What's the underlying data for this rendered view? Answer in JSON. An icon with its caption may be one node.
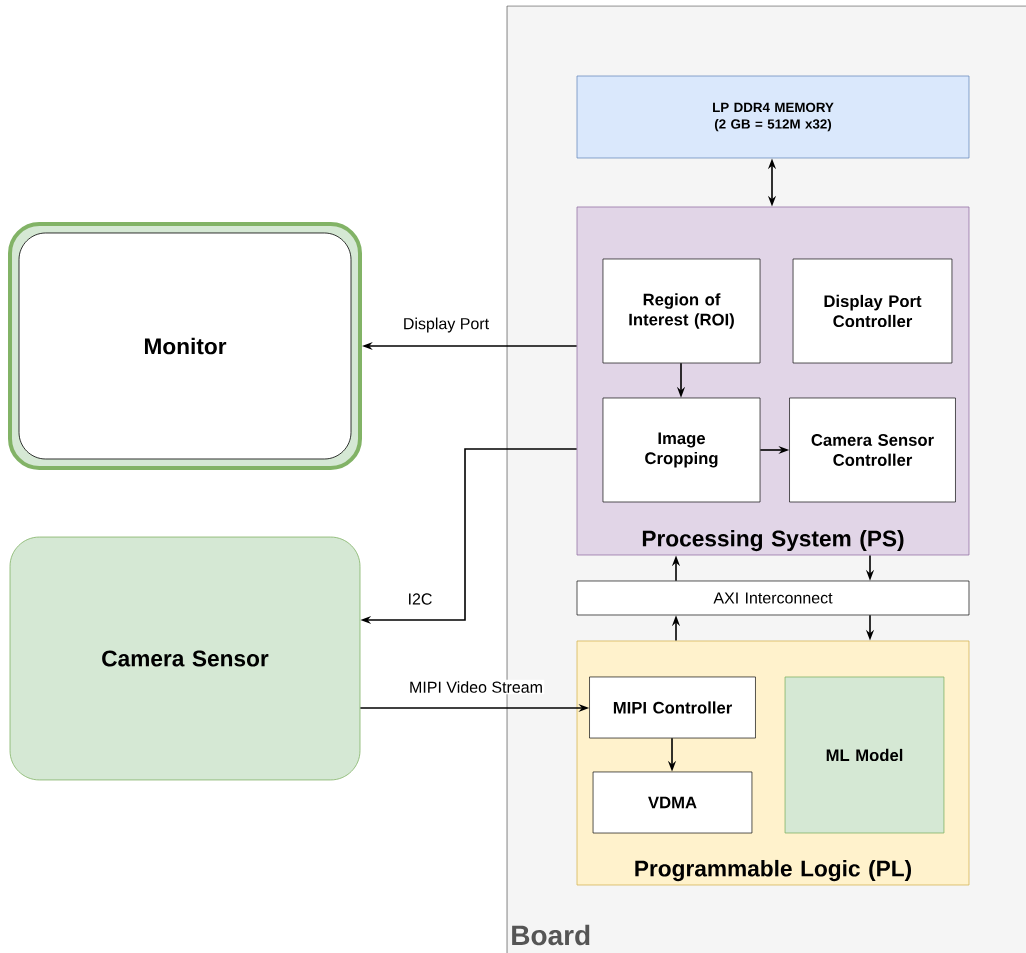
{
  "diagram": {
    "nodes": [
      {
        "text": [
          "Board"
        ]
      },
      {
        "text": [
          "LP DDR4 MEMORY (2 GB = 512M x32)"
        ],
        "in": 0
      },
      {
        "text": [
          "Processing System (PS)"
        ],
        "in": 0
      },
      {
        "text": [
          "Region of Interest (ROI)"
        ],
        "in": 2
      },
      {
        "text": [
          "Display Port Controller"
        ],
        "in": 2
      },
      {
        "text": [
          "Image Cropping"
        ],
        "in": 2
      },
      {
        "text": [
          "Camera Sensor Controller"
        ],
        "in": 2
      },
      {
        "text": [
          "AXI Interconnect"
        ],
        "in": 0
      },
      {
        "text": [
          "Programmable Logic (PL)"
        ],
        "in": 0
      },
      {
        "text": [
          "MIPI Controller"
        ],
        "in": 8
      },
      {
        "text": [
          "VDMA"
        ],
        "in": 8
      },
      {
        "text": [
          "ML Model"
        ],
        "in": 8
      },
      {
        "text": [
          "Monitor"
        ]
      },
      {
        "text": [
          "Camera Sensor"
        ]
      }
    ],
    "edges": [
      {
        "from": 1,
        "to": 2,
        "arrow": "both"
      },
      {
        "from": 2,
        "to": 12,
        "arrow": "to",
        "label": "Display Port"
      },
      {
        "from": 2,
        "to": 13,
        "arrow": "to",
        "label": "I2C"
      },
      {
        "from": 13,
        "to": 9,
        "arrow": "to",
        "label": "MIPI Video Stream"
      },
      {
        "from": 3,
        "to": 5,
        "arrow": "to"
      },
      {
        "from": 5,
        "to": 6,
        "arrow": "to"
      },
      {
        "from": 7,
        "to": 2,
        "arrow": "to"
      },
      {
        "from": 2,
        "to": 7,
        "arrow": "to"
      },
      {
        "from": 8,
        "to": 7,
        "arrow": "to"
      },
      {
        "from": 7,
        "to": 8,
        "arrow": "to"
      },
      {
        "from": 9,
        "to": 10,
        "arrow": "to"
      }
    ]
  }
}
